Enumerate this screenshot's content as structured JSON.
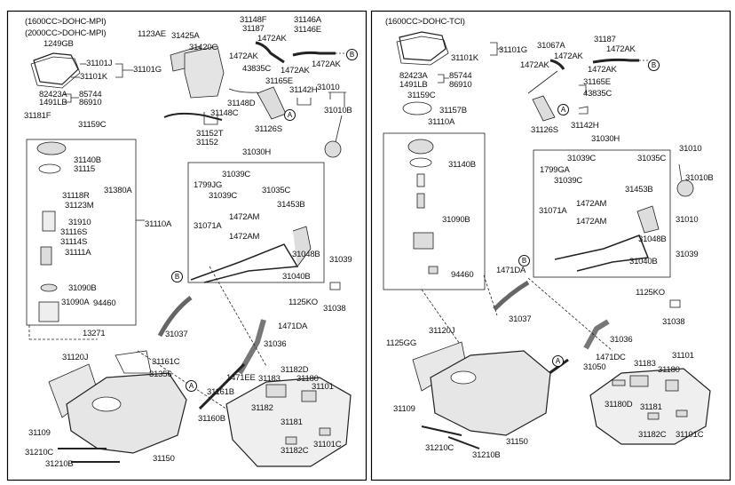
{
  "left": {
    "variants": [
      "(1600CC>DOHC-MPI)",
      "(2000CC>DOHC-MPI)"
    ],
    "labels": [
      "1249GB",
      "31101J",
      "31101K",
      "31101G",
      "82423A",
      "85744",
      "1491LB",
      "86910",
      "31181F",
      "31159C",
      "31140B",
      "31115",
      "31380A",
      "31118R",
      "31123M",
      "31910",
      "31116S",
      "31114S",
      "31111A",
      "31090B",
      "94460",
      "31090A",
      "31110A",
      "1123AE",
      "31425A",
      "31420C",
      "31148F",
      "31187",
      "1472AK",
      "1472AK",
      "43835C",
      "1472AK",
      "31165E",
      "31146A",
      "31146E",
      "1472AK",
      "31142H",
      "31010",
      "31010B",
      "31148D",
      "31148C",
      "31152T",
      "31152",
      "31126S",
      "31030H",
      "31039C",
      "1799JG",
      "31035C",
      "31039C",
      "31453B",
      "31071A",
      "1472AM",
      "1472AM",
      "31048B",
      "31039",
      "31040B",
      "1125KO",
      "31038",
      "13271",
      "31037",
      "1471DA",
      "31036",
      "31120J",
      "31161C",
      "31356",
      "1471EE",
      "31182D",
      "31183",
      "31180",
      "31101",
      "31161B",
      "31182",
      "31181",
      "31160B",
      "31109",
      "31210C",
      "31150",
      "31182C",
      "31101C",
      "31210B"
    ],
    "markers": [
      "B",
      "A",
      "B",
      "A"
    ]
  },
  "right": {
    "variants": [
      "(1600CC>DOHC-TCI)"
    ],
    "labels": [
      "31101G",
      "31101K",
      "82423A",
      "85744",
      "1491LB",
      "86910",
      "31159C",
      "31157B",
      "31110A",
      "31067A",
      "31187",
      "1472AK",
      "1472AK",
      "1472AK",
      "1472AK",
      "31165E",
      "43835C",
      "31126S",
      "31142H",
      "31030H",
      "31039C",
      "31035C",
      "1799GA",
      "31039C",
      "31453B",
      "31071A",
      "1472AM",
      "1472AM",
      "31010",
      "31010B",
      "31010",
      "31048B",
      "31039",
      "31040B",
      "1471DA",
      "1125KO",
      "31038",
      "31037",
      "31140B",
      "31090B",
      "94460",
      "31120J",
      "1125GG",
      "31036",
      "1471DC",
      "31050",
      "31183",
      "31101",
      "31180",
      "31180D",
      "31181",
      "31109",
      "31101C",
      "31182C",
      "31150",
      "31210C",
      "31210B"
    ],
    "markers": [
      "B",
      "A",
      "B",
      "A"
    ]
  }
}
